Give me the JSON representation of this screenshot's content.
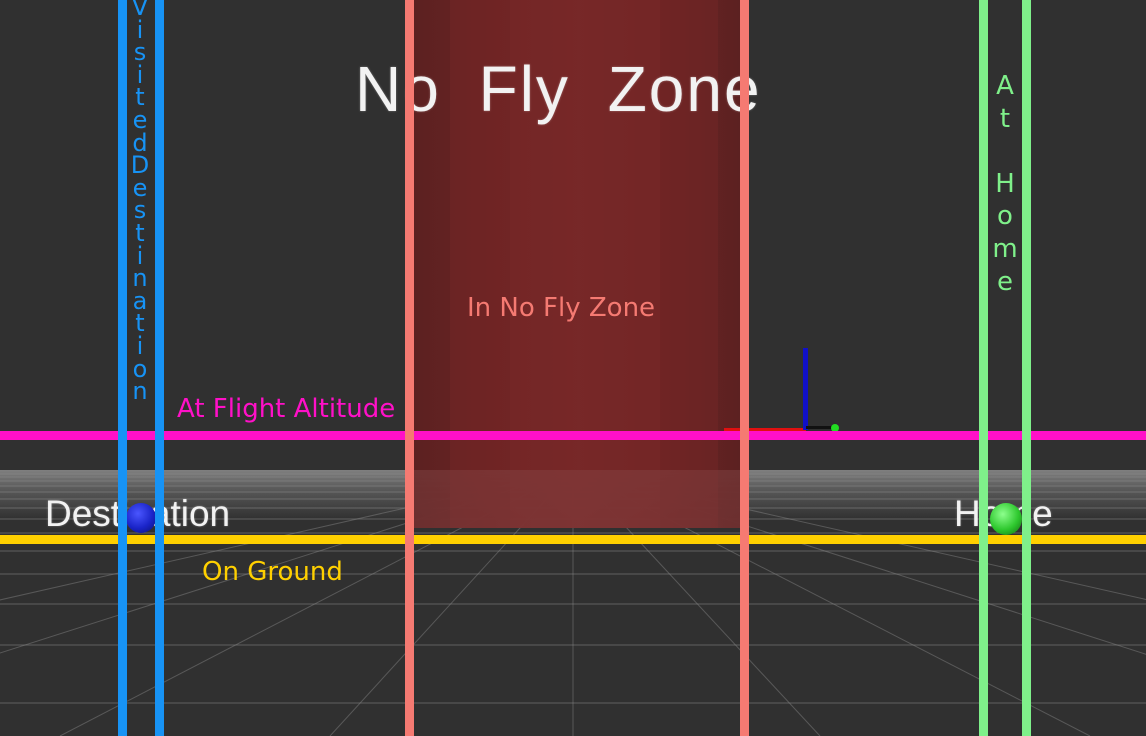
{
  "scene": {
    "title": "No Fly Zone",
    "no_fly_zone_label": "In No Fly Zone",
    "flight_altitude_label": "At Flight Altitude",
    "on_ground_label": "On Ground",
    "visited_destination_label": "Visited Destination",
    "at_home_label": "At Home",
    "destination_marker_label": "Destination",
    "home_marker_label": "Home"
  },
  "colors": {
    "background": "#303030",
    "no_fly_zone_region": "#6e2424",
    "no_fly_zone_lines": "#f57a72",
    "flight_altitude_line": "#ff10c8",
    "on_ground_line": "#ffd000",
    "visited_destination_lines": "#1793f5",
    "at_home_lines": "#7ff08a",
    "destination_sphere": "#1a24c8",
    "home_sphere": "#2ec82e",
    "axis_x": "#e01010",
    "axis_z": "#1010c8"
  },
  "icons": {
    "destination_marker": "blue-sphere-icon",
    "home_marker": "green-sphere-icon",
    "drone_frame": "axes-icon"
  }
}
